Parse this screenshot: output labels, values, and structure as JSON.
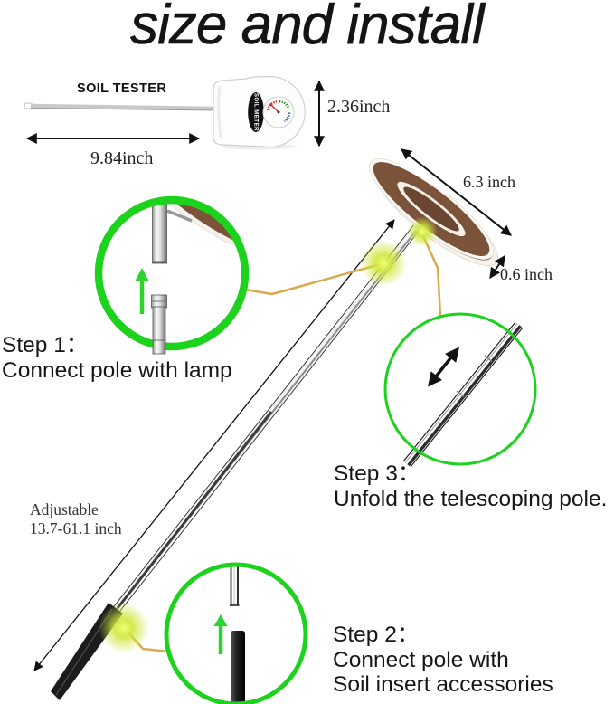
{
  "title": "size and install",
  "soil_tester": {
    "label": "SOIL TESTER",
    "meter_text": "SOIL METER",
    "height": "2.36inch",
    "length": "9.84inch"
  },
  "lamp": {
    "diameter": "6.3 inch",
    "thickness": "0.6 inch"
  },
  "pole": {
    "adjustable_line1": "Adjustable",
    "adjustable_line2": "13.7-61.1 inch"
  },
  "steps": {
    "step1": {
      "label": "Step 1：",
      "text": "Connect pole with lamp"
    },
    "step2": {
      "label": "Step 2：",
      "line1": "Connect pole with",
      "line2": "Soil insert accessories"
    },
    "step3": {
      "label": "Step 3：",
      "text": "Unfold the telescoping pole."
    }
  },
  "colors": {
    "circle_green": "#1dd21d",
    "arrow_green": "#2fd32f",
    "connector_yellow": "#dca84e",
    "wood_brown": "#7b523a"
  }
}
